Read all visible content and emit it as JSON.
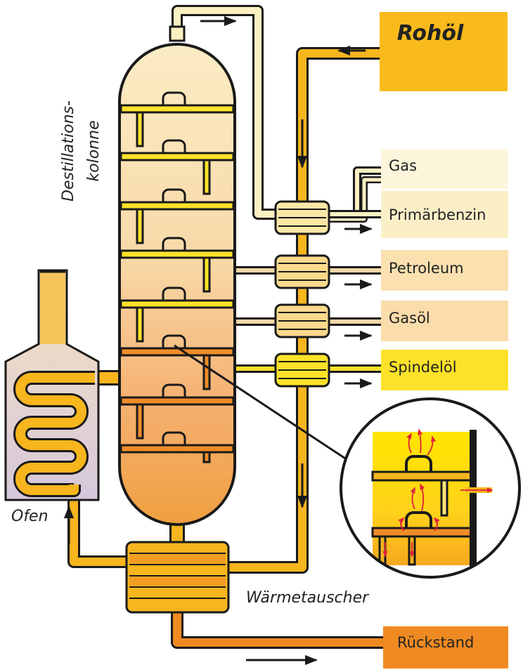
{
  "title": "",
  "labels": {
    "crude_oil": "Rohöl",
    "column": [
      "Destillations-",
      "kolonne"
    ],
    "furnace": "Ofen",
    "heat_exchanger": "Wärmetauscher",
    "residue": "Rückstand"
  },
  "products": [
    {
      "name": "Gas",
      "color": "#fdf6dc"
    },
    {
      "name": "Primärbenzin",
      "color": "#fbefc8"
    },
    {
      "name": "Petroleum",
      "color": "#fbe0b0"
    },
    {
      "name": "Gasöl",
      "color": "#fbdcab"
    },
    {
      "name": "Spindelöl",
      "color": "#fde22a"
    }
  ],
  "colors": {
    "crude_box": "#f9bb1c",
    "residue_box": "#ef8a22",
    "pipe_main": "#f7b51e",
    "pipe_light": "#faf0c2",
    "pipe_residue": "#ef8a22",
    "arrow": "#1a1a1a",
    "flow_arrow_detail": "#e0203a"
  },
  "icons": {
    "flow": "arrow-right-icon",
    "tray": "bubble-cap-tray-icon",
    "detail": "magnifier-detail-icon"
  }
}
